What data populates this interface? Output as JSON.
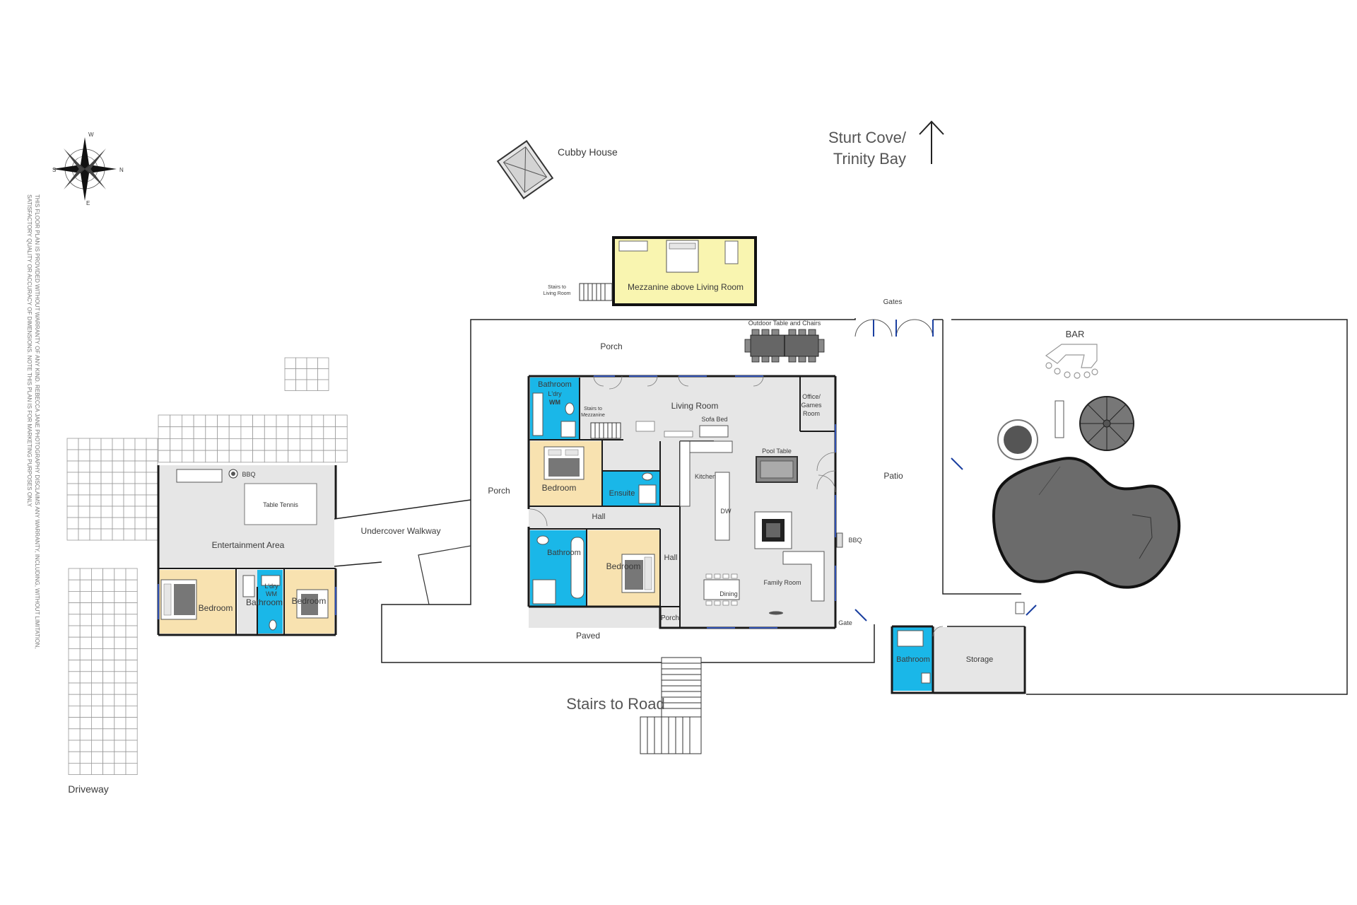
{
  "colors": {
    "bedroom": "#f8e2b0",
    "wet": "#1ab7e8",
    "mezzanine": "#f9f5b0",
    "floor": "#e6e6e6",
    "wall": "#1a1a1a",
    "pool": "#6b6b6b"
  },
  "disclaimer": {
    "line1": "THIS FLOOR PLAN IS PROVIDED WITHOUT WARRANTY OF ANY KIND. REBECCA JANE PHOTOGRAPHY DISCLAIMS ANY WARRANTY, INCLUDING, WITHOUT LIMITATION,",
    "line2": "SATISFACTORY QUALITY OR ACCURACY OF DIMENSIONS. NOTE THIS PLAN IS FOR MARKETING PURPOSES ONLY"
  },
  "compass": {
    "n": "N",
    "s": "S",
    "e": "E",
    "w": "W"
  },
  "orientation": {
    "line1": "Sturt Cove/",
    "line2": "Trinity Bay"
  },
  "labels": {
    "cubby_house": "Cubby House",
    "mezzanine": "Mezzanine above Living Room",
    "stairs_to_living_1": "Stairs to",
    "stairs_to_living_2": "Living Room",
    "gates": "Gates",
    "outdoor_table": "Outdoor Table and Chairs",
    "porch_top": "Porch",
    "bar": "BAR",
    "bathroom_ldry": "Bathroom",
    "ldry": "L'dry",
    "wm": "WM",
    "stairs_to_mezz_1": "Stairs to",
    "stairs_to_mezz_2": "Mezzanine",
    "living_room": "Living Room",
    "sofa_bed": "Sofa Bed",
    "office_1": "Office/",
    "office_2": "Games",
    "office_3": "Room",
    "pool_table": "Pool Table",
    "bedroom_a": "Bedroom",
    "ensuite": "Ensuite",
    "kitchen": "Kitchen",
    "dw": "DW",
    "porch_left": "Porch",
    "patio": "Patio",
    "hall_1": "Hall",
    "hall_2": "Hall",
    "bathroom_main": "Bathroom",
    "bedroom_b": "Bedroom",
    "bbq_main": "BBQ",
    "family_room": "Family Room",
    "dining": "Dining",
    "porch_small": "Porch",
    "gate": "Gate",
    "paved": "Paved",
    "stairs_to_road": "Stairs to Road",
    "undercover_walkway": "Undercover Walkway",
    "bbq_ent": "BBQ",
    "table_tennis": "Table Tennis",
    "entertainment_area": "Entertainment Area",
    "bedroom_c": "Bedroom",
    "ldry_small": "L'dry",
    "wm_small": "WM",
    "bathroom_small": "Bathroom",
    "bedroom_d": "Bedroom",
    "bathroom_shed": "Bathroom",
    "storage": "Storage",
    "driveway": "Driveway"
  }
}
